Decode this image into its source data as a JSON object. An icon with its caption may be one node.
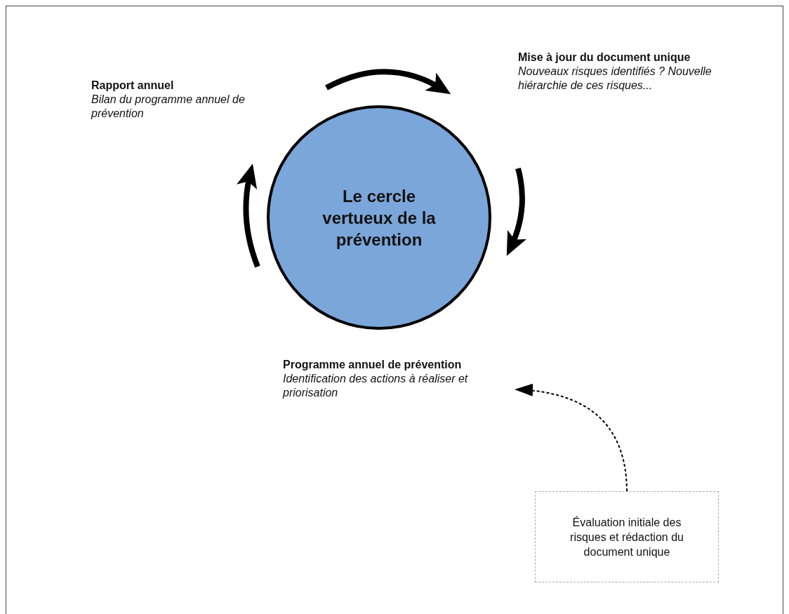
{
  "diagram": {
    "nodes": [
      {
        "text": [
          "Le cercle vertueux de la prévention"
        ]
      },
      {
        "text": [
          "Rapport annuel",
          "Bilan du programme annuel de prévention"
        ]
      },
      {
        "text": [
          "Mise à jour du document unique",
          "Nouveaux risques identifiés ? Nouvelle hiérarchie de ces risques..."
        ]
      },
      {
        "text": [
          "Programme annuel de prévention",
          "Identification des actions à réaliser et priorisation"
        ]
      },
      {
        "text": [
          "Évaluation initiale des risques et rédaction du document unique"
        ]
      }
    ],
    "edges": [
      {
        "from": 4,
        "to": 3,
        "arrow": "to",
        "style": "dashed"
      }
    ]
  }
}
